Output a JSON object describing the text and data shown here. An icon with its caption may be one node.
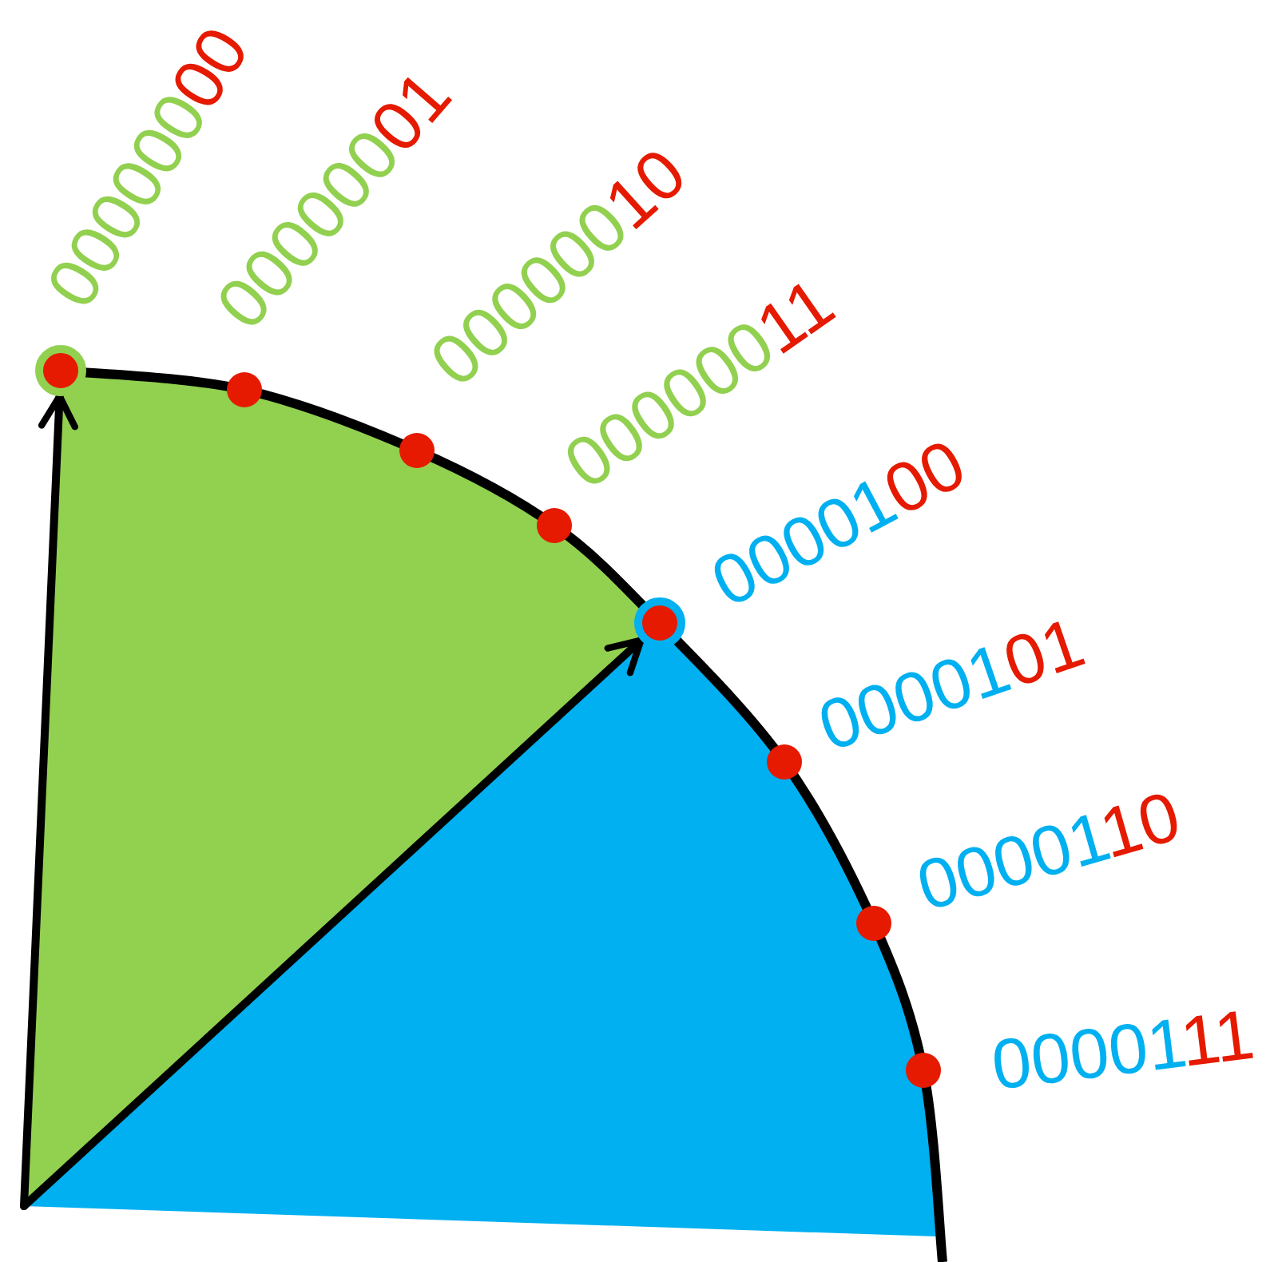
{
  "diagram": {
    "nodes": [
      {
        "text": [],
        "shape": "circle",
        "beside": [
          "00000000"
        ]
      },
      {
        "text": [],
        "shape": "circle",
        "beside": [
          "00000001"
        ]
      },
      {
        "text": [],
        "shape": "circle",
        "beside": [
          "00000010"
        ]
      },
      {
        "text": [],
        "shape": "circle",
        "beside": [
          "00000011"
        ]
      },
      {
        "text": [],
        "shape": "circle",
        "beside": [
          "0000100"
        ]
      },
      {
        "text": [],
        "shape": "circle",
        "beside": [
          "0000101"
        ]
      },
      {
        "text": [],
        "shape": "circle",
        "beside": [
          "0000110"
        ]
      },
      {
        "text": [],
        "shape": "circle",
        "beside": [
          "0000111"
        ]
      }
    ],
    "edges": [
      {
        "from": null,
        "to": 0,
        "arrow": "to"
      },
      {
        "from": null,
        "to": 4,
        "arrow": "to"
      }
    ]
  }
}
